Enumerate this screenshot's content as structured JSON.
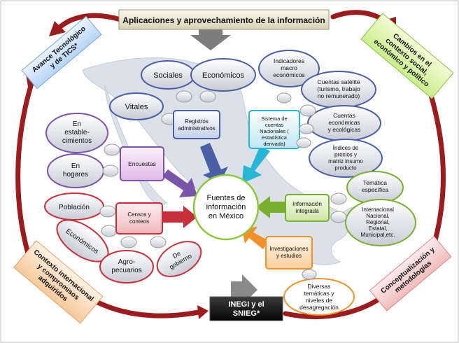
{
  "title": "Aplicaciones y aprovechamiento de la información",
  "center": [
    "Fuentes de",
    "información",
    "en México"
  ],
  "corner_labels": {
    "top_left": [
      "Avance Tecnológico",
      "y de TICS*"
    ],
    "top_right": [
      "Cambios en el",
      "contexto social,",
      "económico y político"
    ],
    "bottom_left": [
      "Contexto internacional",
      "y compromisos",
      "adquiridos"
    ],
    "bottom_right": [
      "Conceptualización y",
      "metodologías"
    ]
  },
  "bottom_box": [
    "INEGI y el",
    "SNIEG*"
  ],
  "registros": {
    "hub": [
      "Registros",
      "administrativos"
    ],
    "items": {
      "vitales": [
        "Vitales"
      ],
      "sociales": [
        "Sociales"
      ],
      "economicos": [
        "Económicos"
      ]
    }
  },
  "cuentas": {
    "hub": [
      "Sistema de",
      "cuentas",
      "Nacionales (",
      "estadística",
      "derivada)"
    ],
    "items": {
      "indicadores": [
        "Indicadores",
        "macro",
        "económicos"
      ],
      "satelite": [
        "Cuentas satélite",
        "(turismo, trabajo",
        "no remunerado)"
      ],
      "ecologicas": [
        "Cuentas",
        "económicas",
        "y ecológicas"
      ],
      "indices": [
        "Índices de",
        "precios y",
        "matriz insumo",
        "producto"
      ]
    }
  },
  "encuestas": {
    "hub": [
      "Encuestas"
    ],
    "items": {
      "establecimientos": [
        "En",
        "estable-",
        "cimientos"
      ],
      "hogares": [
        "En",
        "hogares"
      ]
    }
  },
  "censos": {
    "hub": [
      "Censos y",
      "conteos"
    ],
    "items": {
      "poblacion": [
        "Población"
      ],
      "economicos": [
        "Económicos"
      ],
      "agropecuarios": [
        "Agro-",
        "pecuarios"
      ],
      "gobierno": [
        "De",
        "gobierno"
      ]
    }
  },
  "integrada": {
    "hub": [
      "Información",
      "integrada"
    ],
    "items": {
      "tematica": [
        "Temática",
        "específica"
      ],
      "niveles": [
        "Internacional",
        "Nacional,",
        "Regional,",
        "Estatal,",
        "Municipal,etc."
      ]
    }
  },
  "investigaciones": {
    "hub": [
      "Investigaciones",
      "y estudios"
    ],
    "items": {
      "diversas": [
        "Diversas",
        "temáticas y",
        "niveles de",
        "desagregación"
      ]
    }
  },
  "colors": {
    "cycle_arrow": "#9b1b1f",
    "registros": "#4b5fa6",
    "cuentas": "#27b6d6",
    "encuestas": "#7b56a8",
    "censos": "#c7303b",
    "integrada": "#79b02e",
    "investigaciones": "#f2902a",
    "center_border": "#8dc63f",
    "map": "#d6dde6"
  }
}
